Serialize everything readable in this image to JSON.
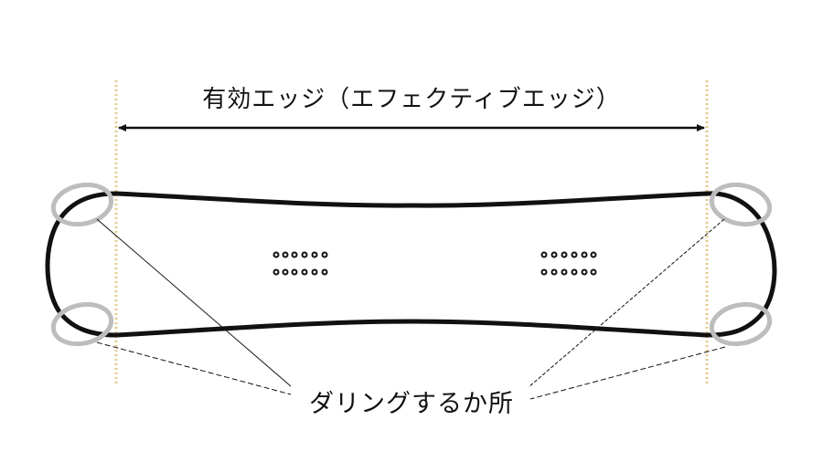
{
  "diagram": {
    "title": "有効エッジ（エフェクティブエッジ）",
    "callout_label": "ダリングするか所",
    "colors": {
      "board_outline": "#111111",
      "dulling_circle": "#bdbdbd",
      "guide_line": "#e8c98a",
      "text": "#111111",
      "background": "#ffffff"
    },
    "elements": {
      "effective_edge_arrow": "double-headed arrow spanning the effective edge between the two contact points",
      "guide_lines": [
        "left contact point guide",
        "right contact point guide"
      ],
      "dulling_circles": [
        "nose-top",
        "nose-bottom",
        "tail-top",
        "tail-bottom"
      ],
      "insert_groups": [
        {
          "name": "front-binding-inserts",
          "rows": 2,
          "cols": 6
        },
        {
          "name": "rear-binding-inserts",
          "rows": 2,
          "cols": 6
        }
      ]
    }
  }
}
